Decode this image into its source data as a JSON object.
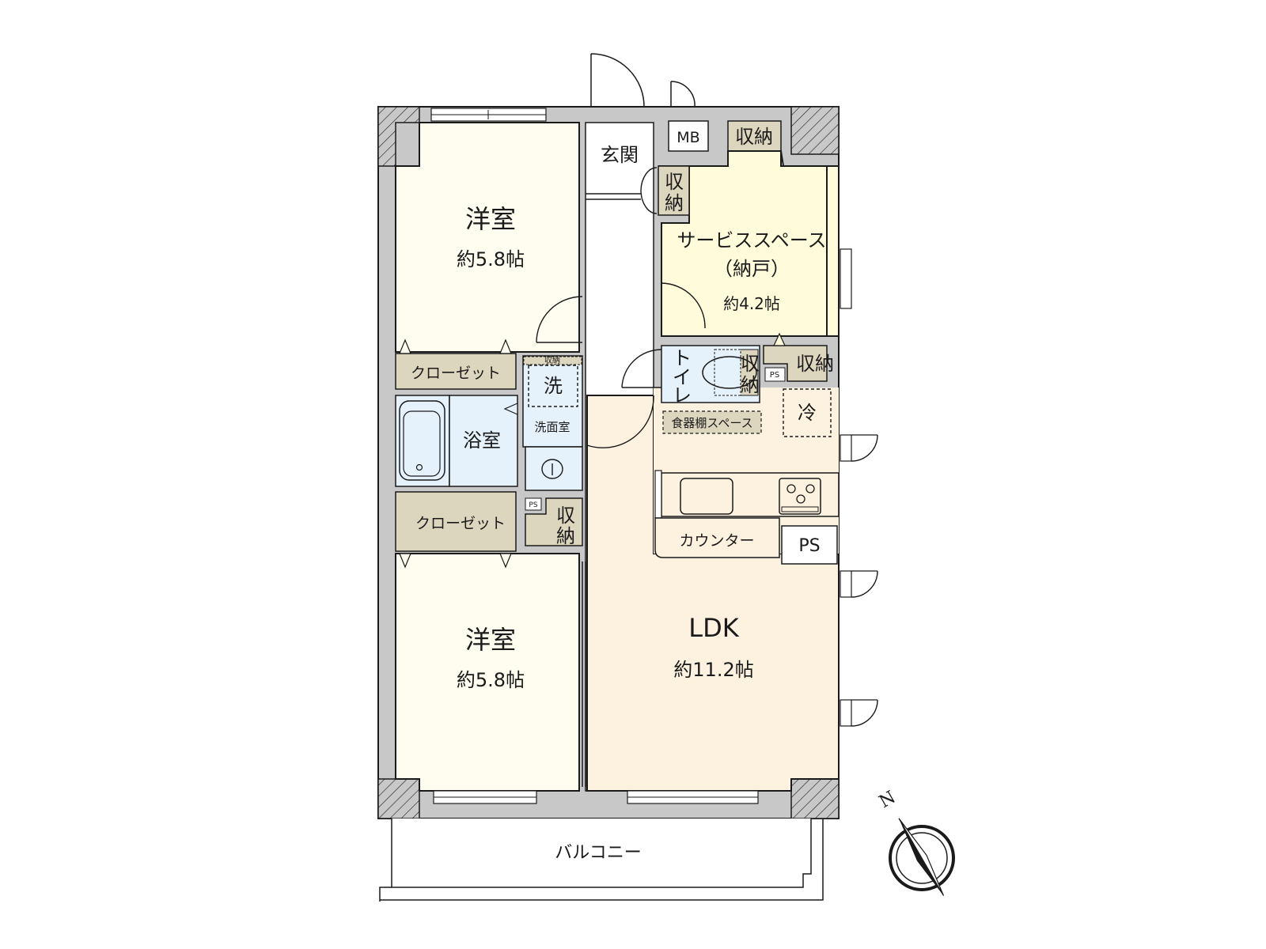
{
  "floor_plan": {
    "rooms": {
      "western_room_top": {
        "name": "洋室",
        "size": "約5.8帖"
      },
      "western_room_bottom": {
        "name": "洋室",
        "size": "約5.8帖"
      },
      "entrance": {
        "name": "玄関"
      },
      "meter_box": {
        "name": "MB"
      },
      "storage_top": {
        "name": "収納"
      },
      "storage_entrance": {
        "name_line1": "収",
        "name_line2": "納"
      },
      "service_space": {
        "name": "サービススペース",
        "sub": "（納戸）",
        "size": "約4.2帖"
      },
      "closet_top": {
        "name": "クローゼット"
      },
      "closet_bottom": {
        "name": "クローゼット"
      },
      "washer": {
        "name": "洗",
        "shelf": "収納"
      },
      "washroom": {
        "name": "洗面室"
      },
      "bathroom": {
        "name": "浴室"
      },
      "ps_small_left": {
        "name": "PS"
      },
      "storage_hall": {
        "name_line1": "収",
        "name_line2": "納"
      },
      "toilet": {
        "line1": "ト",
        "line2": "イ",
        "line3": "レ",
        "storage_line1": "収",
        "storage_line2": "納"
      },
      "ps_small_right": {
        "name": "PS"
      },
      "storage_kitchen": {
        "name": "収納"
      },
      "cupboard_space": {
        "name": "食器棚スペース"
      },
      "fridge": {
        "name": "冷"
      },
      "counter": {
        "name": "カウンター"
      },
      "ps_kitchen": {
        "name": "PS"
      },
      "ldk": {
        "name": "LDK",
        "size": "約11.2帖"
      },
      "balcony": {
        "name": "バルコニー"
      }
    },
    "compass": {
      "label": "N",
      "rotation_deg": -30
    },
    "colors": {
      "wall": "#c8c8c8",
      "western_room": "#fffcf0",
      "ldk": "#fdf1e0",
      "service_space": "#fffbdb",
      "storage": "#ddd6bf",
      "wet_area": "#e6f2fb",
      "line": "#1a1a1a"
    }
  }
}
